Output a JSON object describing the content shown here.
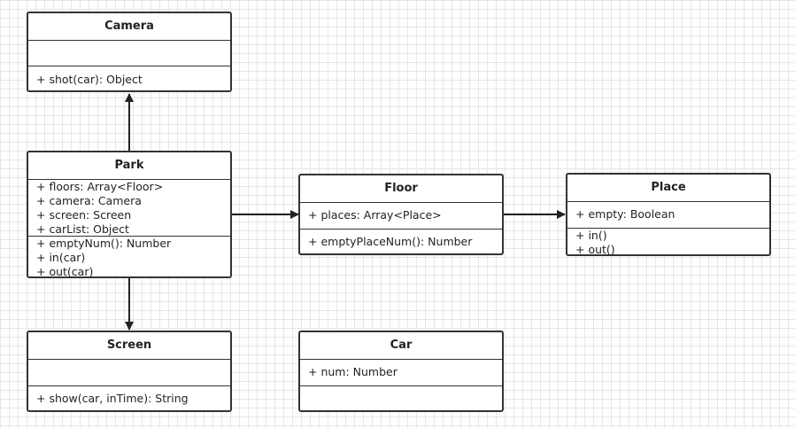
{
  "classes": {
    "camera": {
      "name": "Camera",
      "attributes": [],
      "methods": [
        "+ shot(car): Object"
      ]
    },
    "park": {
      "name": "Park",
      "attributes": [
        "+ floors: Array<Floor>",
        "+ camera: Camera",
        "+ screen: Screen",
        "+ carList: Object"
      ],
      "methods": [
        "+ emptyNum(): Number",
        "+ in(car)",
        "+ out(car)"
      ]
    },
    "floor": {
      "name": "Floor",
      "attributes": [
        "+ places: Array<Place>"
      ],
      "methods": [
        "+ emptyPlaceNum(): Number"
      ]
    },
    "place": {
      "name": "Place",
      "attributes": [
        "+ empty: Boolean"
      ],
      "methods": [
        "+ in()",
        "+ out()"
      ]
    },
    "screen": {
      "name": "Screen",
      "attributes": [],
      "methods": [
        "+ show(car, inTime): String"
      ]
    },
    "car": {
      "name": "Car",
      "attributes": [
        "+ num: Number"
      ],
      "methods": []
    }
  },
  "relations": [
    {
      "from": "Park",
      "to": "Camera"
    },
    {
      "from": "Park",
      "to": "Floor"
    },
    {
      "from": "Floor",
      "to": "Place"
    },
    {
      "from": "Park",
      "to": "Screen"
    }
  ]
}
